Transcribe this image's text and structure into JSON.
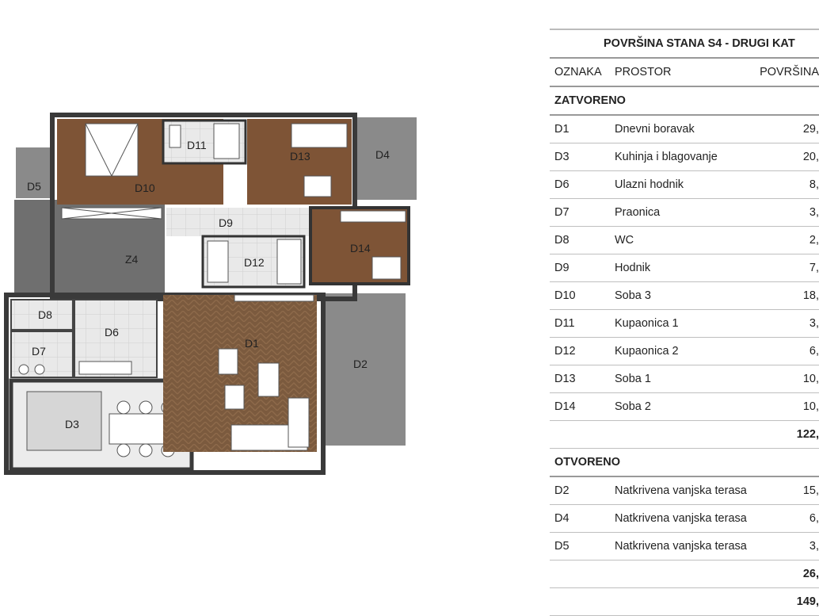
{
  "plan": {
    "rooms": {
      "D1": "D1",
      "D2": "D2",
      "D3": "D3",
      "D4": "D4",
      "D5": "D5",
      "D6": "D6",
      "D7": "D7",
      "D8": "D8",
      "D9": "D9",
      "D10": "D10",
      "D11": "D11",
      "D12": "D12",
      "D13": "D13",
      "D14": "D14",
      "Z4": "Z4"
    }
  },
  "table": {
    "title": "POVRŠINA STANA S4 - DRUGI KAT",
    "headers": [
      "OZNAKA",
      "PROSTOR",
      "POVRŠINA"
    ],
    "closed_label": "ZATVORENO",
    "closed_rows": [
      [
        "D1",
        "Dnevni boravak",
        "29,"
      ],
      [
        "D3",
        "Kuhinja i blagovanje",
        "20,"
      ],
      [
        "D6",
        "Ulazni hodnik",
        "8,"
      ],
      [
        "D7",
        "Praonica",
        "3,"
      ],
      [
        "D8",
        "WC",
        "2,"
      ],
      [
        "D9",
        "Hodnik",
        "7,"
      ],
      [
        "D10",
        "Soba 3",
        "18,"
      ],
      [
        "D11",
        "Kupaonica 1",
        "3,"
      ],
      [
        "D12",
        "Kupaonica 2",
        "6,"
      ],
      [
        "D13",
        "Soba 1",
        "10,"
      ],
      [
        "D14",
        "Soba 2",
        "10,"
      ]
    ],
    "closed_total": "122,",
    "open_label": "OTVORENO",
    "open_rows": [
      [
        "D2",
        "Natkrivena vanjska terasa",
        "15,"
      ],
      [
        "D4",
        "Natkrivena vanjska terasa",
        "6,"
      ],
      [
        "D5",
        "Natkrivena vanjska terasa",
        "3,"
      ]
    ],
    "open_total": "26,",
    "grand_total": "149,"
  }
}
